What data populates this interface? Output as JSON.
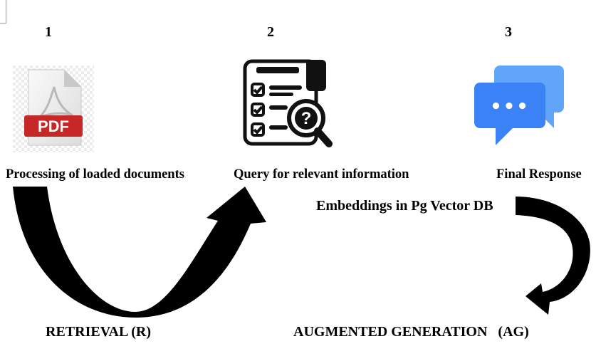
{
  "steps": [
    {
      "number": "1",
      "label": "Processing of loaded documents",
      "icon": "pdf-file-icon"
    },
    {
      "number": "2",
      "label": "Query for relevant information",
      "icon": "query-checklist-magnifier-icon"
    },
    {
      "number": "3",
      "label": "Final Response",
      "icon": "chat-bubbles-icon"
    }
  ],
  "pdf_badge": "PDF",
  "query_mark": "?",
  "chat_dots": "•••",
  "embeddings_label": "Embeddings in Pg Vector DB",
  "retrieval_label": "RETRIEVAL (R)",
  "ag_label": "AUGMENTED GENERATION   (AG)",
  "colors": {
    "pdf_red": "#c62828",
    "chat_front": "#3b82f6",
    "chat_back": "#60a5fa",
    "arrow": "#000000"
  }
}
